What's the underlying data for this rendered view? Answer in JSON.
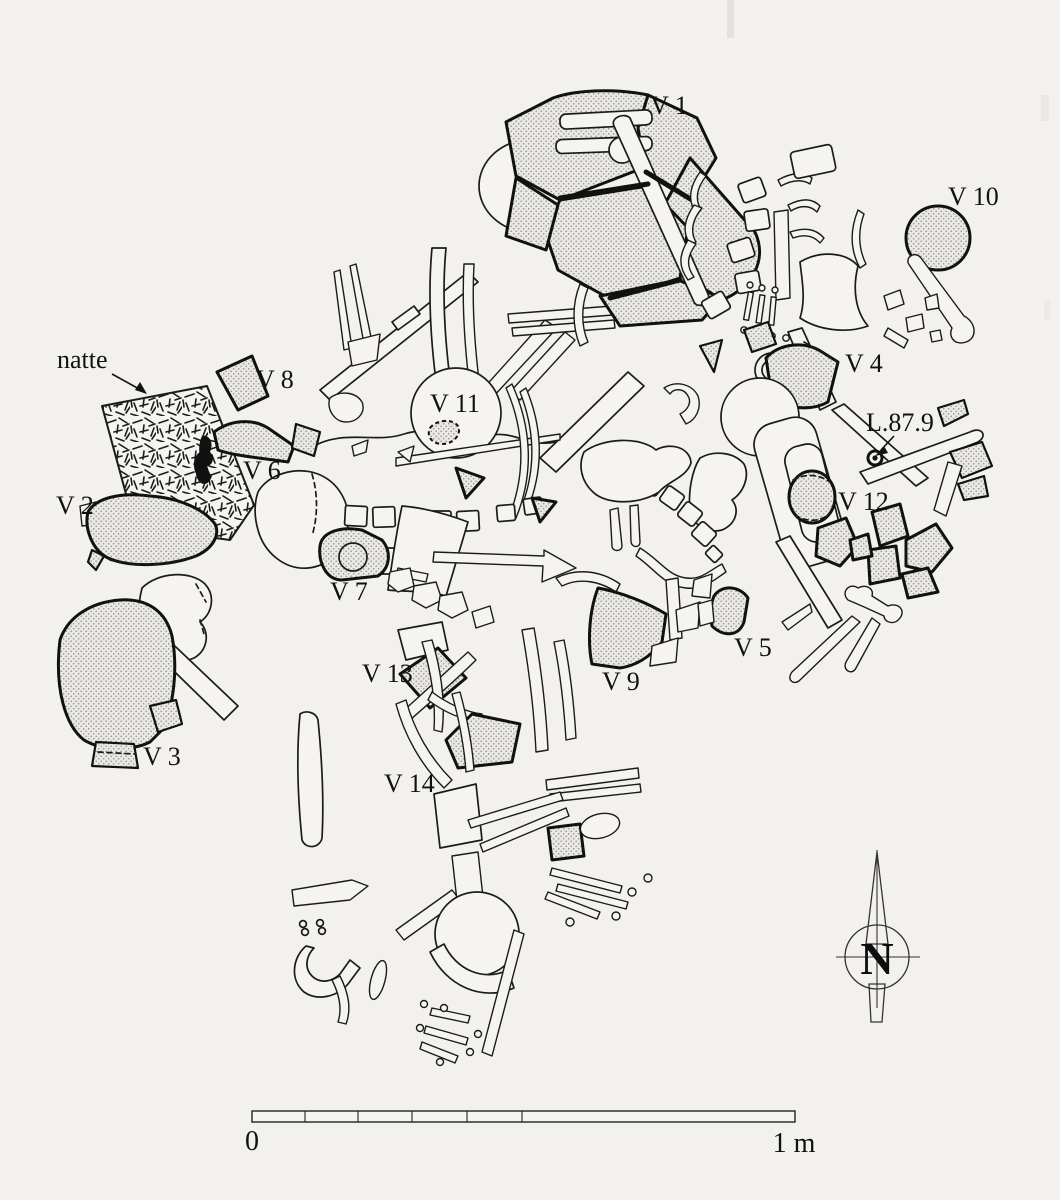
{
  "colors": {
    "paper": "#f3f1ee",
    "ink": "#1a1a1a",
    "stipple_fill": "#eae8e4",
    "stipple_dot": "#8e8e8e"
  },
  "labels": {
    "natte": "natte",
    "v1": "V 1",
    "v2": "V 2",
    "v3": "V 3",
    "v4": "V 4",
    "v5": "V 5",
    "v6": "V 6",
    "v7": "V 7",
    "v8": "V 8",
    "v9": "V 9",
    "v10": "V 10",
    "v11": "V 11",
    "v12": "V 12",
    "v13": "V 13",
    "v14": "V 14",
    "datum": "L.87.9"
  },
  "compass": {
    "icon": "north-arrow",
    "letter": "N"
  },
  "scale_bar": {
    "start_label": "0",
    "end_label": "1 m",
    "left_half_divisions": 5
  }
}
